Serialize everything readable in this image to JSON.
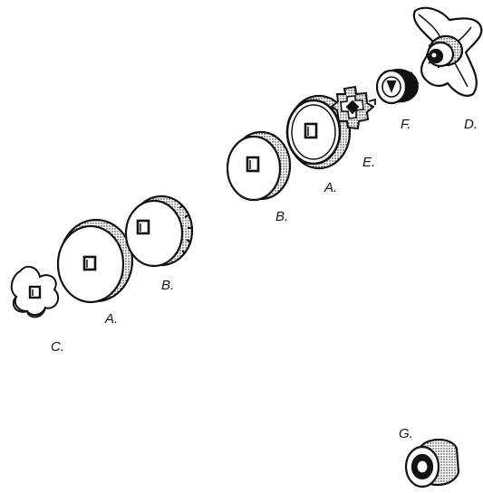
{
  "labels": {
    "a_lower": "A.",
    "a_upper": "A.",
    "b_lower": "B.",
    "b_upper": "B.",
    "c": "C.",
    "d": "D.",
    "e": "E.",
    "f": "F.",
    "g": "G."
  },
  "colors": {
    "ink": "#111111",
    "paper": "#ffffff"
  }
}
